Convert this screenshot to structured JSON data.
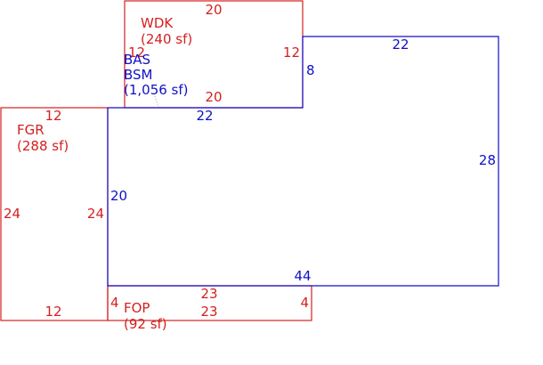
{
  "colors": {
    "red": "#d42020",
    "blue": "#1010c8",
    "background": "#ffffff"
  },
  "areas": {
    "wdk": {
      "code": "WDK",
      "area": "(240 sf)",
      "top": "20",
      "bottom": "20",
      "left": "12",
      "right": "12"
    },
    "bas": {
      "code": "BAS",
      "code2": "BSM",
      "area": "(1,056 sf)",
      "top_left": "22",
      "top_right": "22",
      "right": "28",
      "right_notch": "8",
      "bottom": "44",
      "left": "20"
    },
    "fgr": {
      "code": "FGR",
      "area": "(288 sf)",
      "top": "12",
      "bottom": "12",
      "left": "24",
      "right": "24"
    },
    "fop": {
      "code": "FOP",
      "area": "(92 sf)",
      "top": "23",
      "bottom": "23",
      "left": "4",
      "right": "4"
    }
  }
}
